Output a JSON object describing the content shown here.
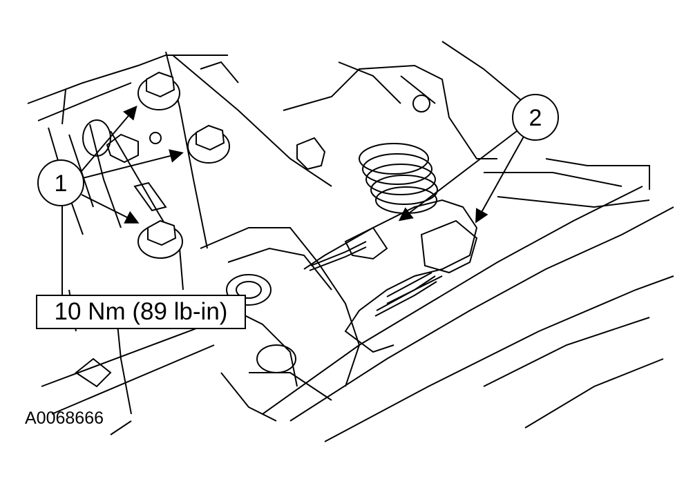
{
  "callouts": {
    "one": "1",
    "two": "2"
  },
  "torque_spec": "10 Nm (89 lb-in)",
  "figure_id": "A0068666",
  "colors": {
    "line": "#000000",
    "background": "#ffffff"
  }
}
